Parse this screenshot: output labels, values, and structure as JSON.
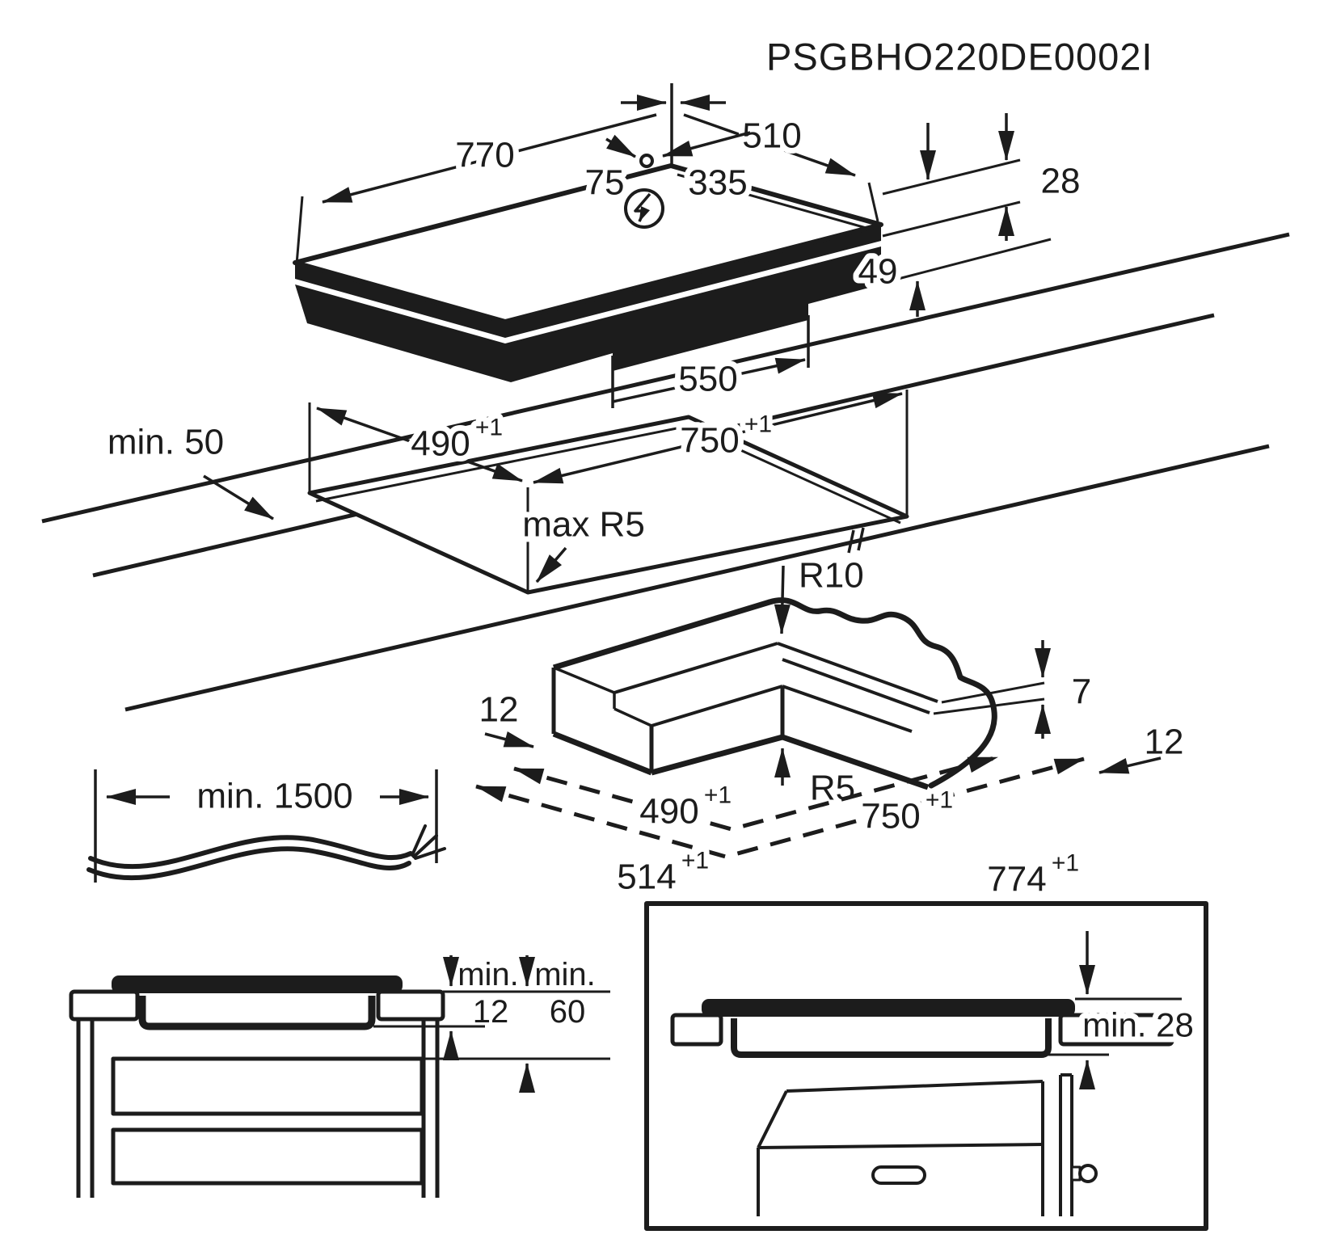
{
  "title": "PSGBHO220DE0002I",
  "tolerance": "+1",
  "hob": {
    "width": "770",
    "depth": "510",
    "cable_offset_left": "75",
    "cable_offset_right": "335",
    "glass_thickness": "28",
    "body_depth": "49",
    "body_width": "550"
  },
  "worktop": {
    "front_clearance": "min. 50",
    "cutout_depth": "490",
    "cutout_width": "750",
    "corner_radius": "max R5"
  },
  "corner_detail": {
    "top_radius": "R10",
    "bottom_radius": "R5",
    "rebate_depth": "7",
    "overhang_left": "12",
    "overhang_right": "12",
    "cutout_depth": "490",
    "cutout_width": "750",
    "glass_depth": "514",
    "glass_width": "774"
  },
  "cable": {
    "min_length": "min. 1500"
  },
  "cabinet_left": {
    "min_label_1": "min.",
    "value_1": "12",
    "min_label_2": "min.",
    "value_2": "60"
  },
  "cabinet_right": {
    "clearance": "min. 28"
  }
}
